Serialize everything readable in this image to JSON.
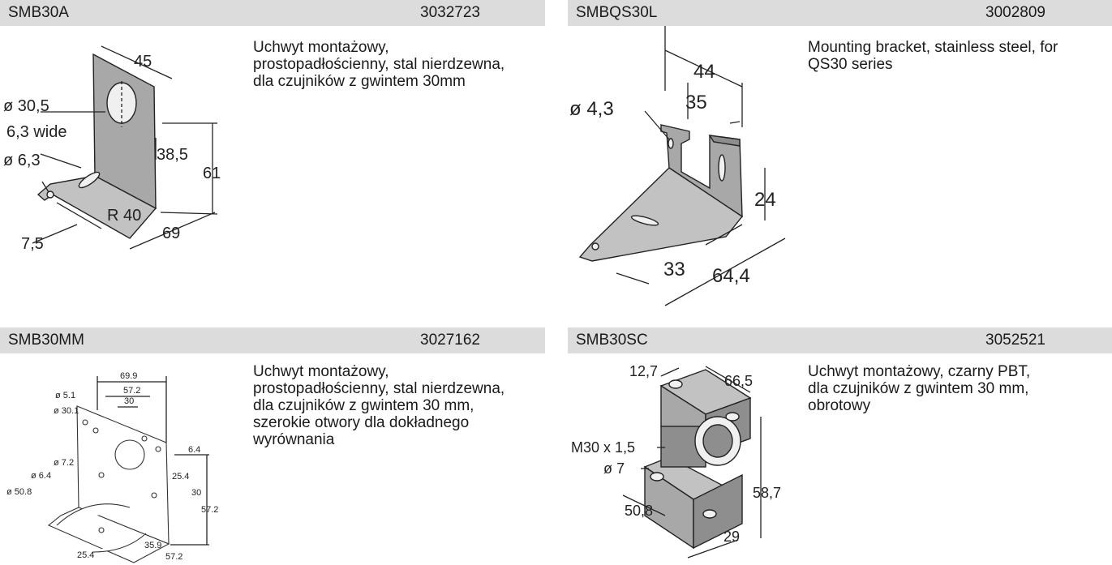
{
  "products": [
    {
      "model": "SMB30A",
      "code": "3032723",
      "description_lines": [
        "Uchwyt montażowy,",
        "prostopadłościenny, stal nierdzewna,",
        "dla czujników z gwintem 30mm"
      ],
      "dimensions": {
        "width": "45",
        "hole": "ø 30,5",
        "slot": "6,3 wide",
        "small_hole": "ø 6,3",
        "h1": "38,5",
        "h2": "61",
        "radius": "R 40",
        "edge": "7,5",
        "depth": "69"
      }
    },
    {
      "model": "SMBQS30L",
      "code": "3002809",
      "description_lines": [
        "Mounting bracket, stainless steel, for",
        "QS30 series"
      ],
      "dimensions": {
        "width": "44",
        "inner": "35",
        "hole": "ø 4,3",
        "height": "24",
        "d1": "33",
        "d2": "64,4"
      }
    },
    {
      "model": "SMB30MM",
      "code": "3027162",
      "description_lines": [
        "Uchwyt montażowy,",
        "prostopadłościenny, stal nierdzewna,",
        "dla czujników z gwintem 30 mm,",
        "szerokie otwory dla dokładnego",
        "wyrównania"
      ],
      "dimensions": {
        "w1": "69.9",
        "w2": "57.2",
        "w3": "30",
        "h1": "ø 5.1",
        "h2": "ø 30.1",
        "h3": "ø 7.2",
        "h4": "ø 6.4",
        "h5": "ø 50.8",
        "v1": "6.4",
        "v2": "25.4",
        "v3": "30",
        "v4": "57.2",
        "b1": "35.9",
        "b2": "57.2",
        "b3": "25.4"
      }
    },
    {
      "model": "SMB30SC",
      "code": "3052521",
      "description_lines": [
        "Uchwyt montażowy, czarny PBT,",
        "dla czujników z gwintem 30 mm,",
        "obrotowy"
      ],
      "dimensions": {
        "d1": "12,7",
        "d2": "66,5",
        "thread": "M30 x 1,5",
        "hole": "ø 7",
        "d3": "58,7",
        "d4": "50,8",
        "d5": "29"
      }
    }
  ]
}
